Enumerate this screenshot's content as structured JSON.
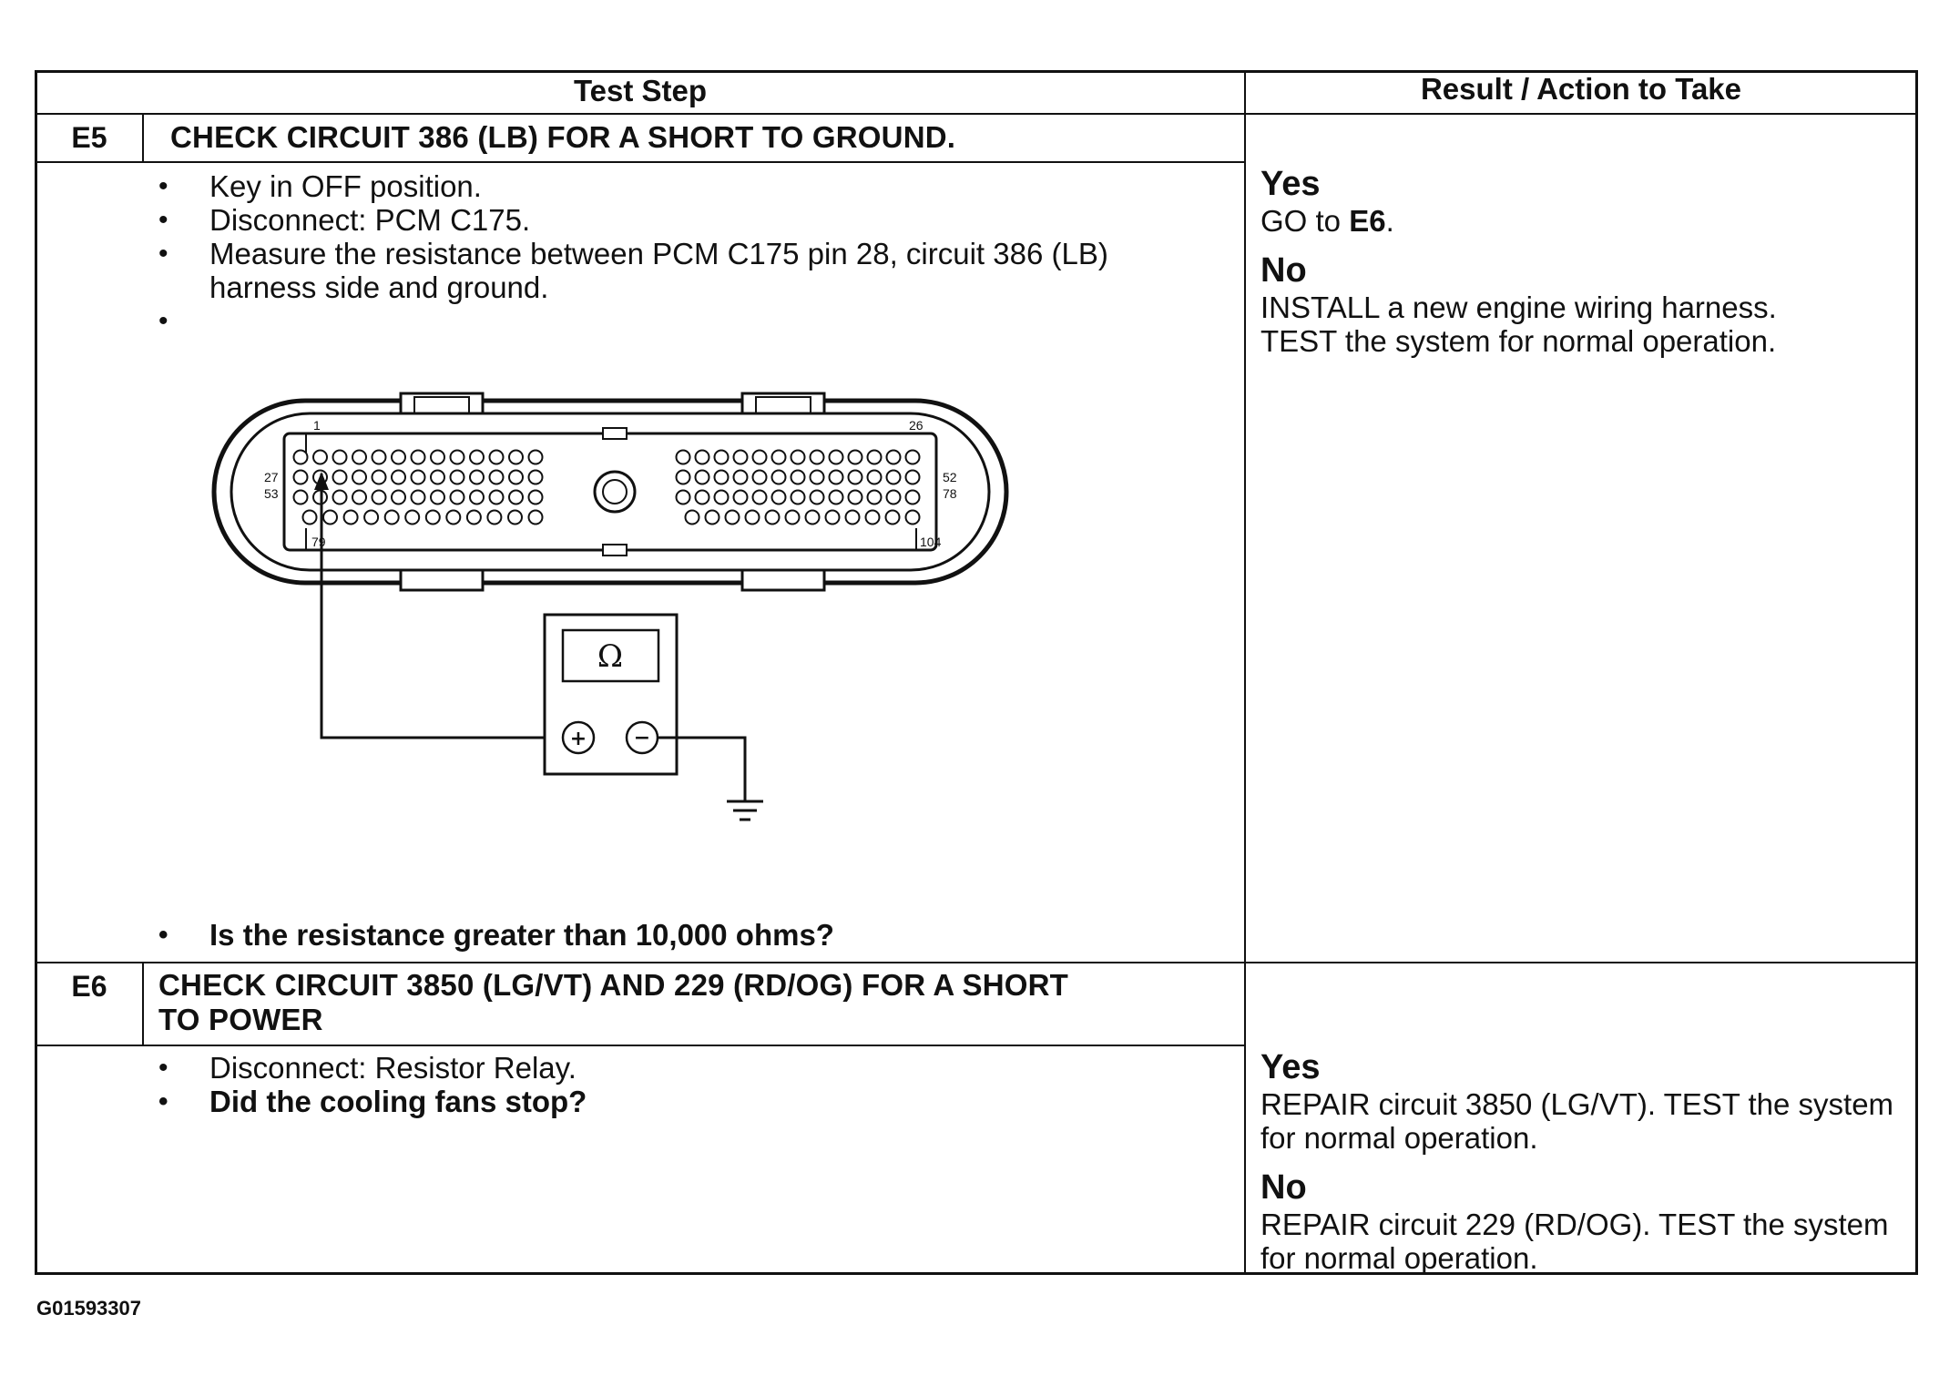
{
  "headers": {
    "test_step": "Test Step",
    "result": "Result / Action to Take"
  },
  "e5": {
    "id": "E5",
    "title": "CHECK CIRCUIT 386 (LB) FOR A SHORT TO GROUND.",
    "bullets": [
      "Key in OFF position.",
      "Disconnect: PCM C175.",
      "Measure the resistance between PCM C175 pin 28, circuit 386 (LB) harness side and ground.",
      ""
    ],
    "question": "Is the resistance greater than 10,000 ohms?",
    "yes_label": "Yes",
    "yes_text": "GO to ",
    "yes_target": "E6",
    "yes_end": ".",
    "no_label": "No",
    "no_text_1": "INSTALL a new engine wiring harness.",
    "no_text_2": "TEST the system for normal operation."
  },
  "diagram": {
    "pin_labels": {
      "p1": "1",
      "p26": "26",
      "p27": "27",
      "p52": "52",
      "p53": "53",
      "p78": "78",
      "p79": "79",
      "p104": "104"
    },
    "meter_symbol": "Ω",
    "plus": "+",
    "minus": "−"
  },
  "e6": {
    "id": "E6",
    "title_line1": "CHECK CIRCUIT 3850 (LG/VT) AND 229 (RD/OG) FOR A SHORT",
    "title_line2": "TO POWER",
    "bullet1": "Disconnect: Resistor Relay.",
    "question": "Did the cooling fans stop?",
    "yes_label": "Yes",
    "yes_text": "REPAIR circuit 3850 (LG/VT). TEST the system for normal operation.",
    "no_label": "No",
    "no_text": "REPAIR circuit 229 (RD/OG). TEST the system for normal operation."
  },
  "figure_id": "G01593307"
}
